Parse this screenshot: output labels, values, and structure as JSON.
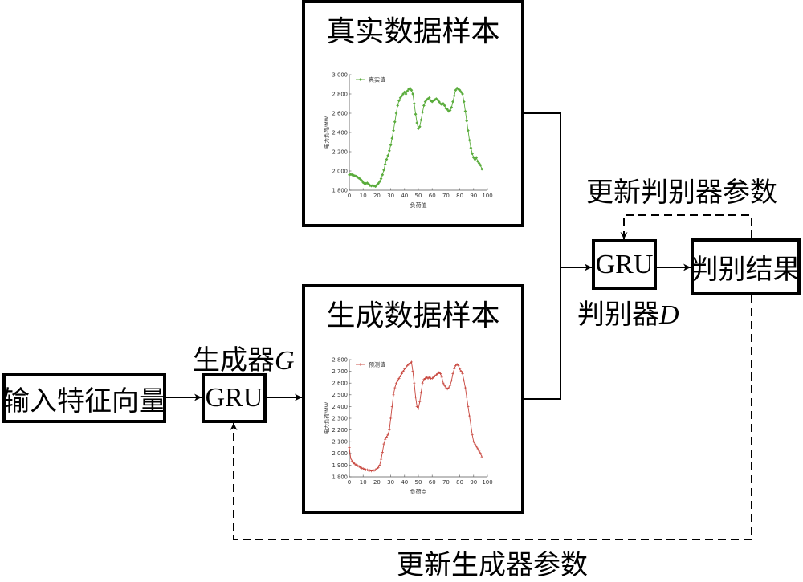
{
  "diagram": {
    "input_box": "输入特征向量",
    "generator": {
      "block": "GRU",
      "label_prefix": "生成器",
      "label_symbol": "G"
    },
    "discriminator": {
      "block": "GRU",
      "label_prefix": "判别器",
      "label_symbol": "D"
    },
    "result_box": "判别结果",
    "update_discriminator": "更新判别器参数",
    "update_generator": "更新生成器参数",
    "real_panel": {
      "title": "真实数据样本"
    },
    "gen_panel": {
      "title": "生成数据样本"
    }
  },
  "chart_data": [
    {
      "type": "line",
      "ylabel": "电力负荷/MW",
      "xlabel": "负荷值",
      "xlim": [
        0,
        100
      ],
      "ylim": [
        1800,
        3000
      ],
      "xticks": [
        "0",
        "10",
        "20",
        "30",
        "40",
        "50",
        "60",
        "70",
        "80",
        "90",
        "100"
      ],
      "yticks": [
        "1 800",
        "2 000",
        "2 200",
        "2 400",
        "2 600",
        "2 800",
        "3 000"
      ],
      "grid": false,
      "legend_position": "top-left",
      "series": [
        {
          "name": "真实值",
          "color": "#5aac3c",
          "marker": "diamond",
          "x": [
            0,
            1,
            2,
            3,
            4,
            5,
            6,
            7,
            8,
            9,
            10,
            11,
            12,
            13,
            14,
            15,
            16,
            17,
            18,
            19,
            20,
            21,
            22,
            23,
            24,
            25,
            26,
            27,
            28,
            29,
            30,
            31,
            32,
            33,
            34,
            35,
            36,
            37,
            38,
            39,
            40,
            41,
            42,
            43,
            44,
            45,
            46,
            47,
            48,
            49,
            50,
            51,
            52,
            53,
            54,
            55,
            56,
            57,
            58,
            59,
            60,
            61,
            62,
            63,
            64,
            65,
            66,
            67,
            68,
            69,
            70,
            71,
            72,
            73,
            74,
            75,
            76,
            77,
            78,
            79,
            80,
            81,
            82,
            83,
            84,
            85,
            86,
            87,
            88,
            89,
            90,
            91,
            92,
            93,
            94,
            95,
            96
          ],
          "values": [
            1960,
            1965,
            1960,
            1955,
            1950,
            1945,
            1935,
            1925,
            1915,
            1900,
            1880,
            1870,
            1870,
            1875,
            1865,
            1850,
            1845,
            1850,
            1845,
            1840,
            1855,
            1870,
            1890,
            1920,
            1960,
            2010,
            2070,
            2120,
            2160,
            2210,
            2270,
            2340,
            2420,
            2510,
            2600,
            2680,
            2730,
            2760,
            2780,
            2800,
            2820,
            2800,
            2830,
            2850,
            2860,
            2840,
            2800,
            2700,
            2590,
            2500,
            2440,
            2460,
            2530,
            2610,
            2680,
            2720,
            2740,
            2750,
            2760,
            2730,
            2720,
            2730,
            2740,
            2750,
            2740,
            2720,
            2700,
            2690,
            2700,
            2680,
            2650,
            2640,
            2620,
            2630,
            2660,
            2720,
            2780,
            2840,
            2860,
            2850,
            2840,
            2820,
            2800,
            2720,
            2620,
            2520,
            2420,
            2320,
            2240,
            2180,
            2140,
            2120,
            2140,
            2100,
            2080,
            2060,
            2020
          ]
        }
      ]
    },
    {
      "type": "line",
      "ylabel": "电力负荷/MW",
      "xlabel": "负荷点",
      "xlim": [
        0,
        100
      ],
      "ylim": [
        1800,
        2800
      ],
      "xticks": [
        "0",
        "10",
        "20",
        "30",
        "40",
        "50",
        "60",
        "70",
        "80",
        "90",
        "100"
      ],
      "yticks": [
        "1 800",
        "1 900",
        "2 000",
        "2 100",
        "2 200",
        "2 300",
        "2 400",
        "2 500",
        "2 600",
        "2 700",
        "2 800"
      ],
      "grid": false,
      "legend_position": "top-left",
      "series": [
        {
          "name": "预测值",
          "color": "#c8463e",
          "marker": "plus",
          "x": [
            0,
            1,
            2,
            3,
            4,
            5,
            6,
            7,
            8,
            9,
            10,
            11,
            12,
            13,
            14,
            15,
            16,
            17,
            18,
            19,
            20,
            21,
            22,
            23,
            24,
            25,
            26,
            27,
            28,
            29,
            30,
            31,
            32,
            33,
            34,
            35,
            36,
            37,
            38,
            39,
            40,
            41,
            42,
            43,
            44,
            45,
            46,
            47,
            48,
            49,
            50,
            51,
            52,
            53,
            54,
            55,
            56,
            57,
            58,
            59,
            60,
            61,
            62,
            63,
            64,
            65,
            66,
            67,
            68,
            69,
            70,
            71,
            72,
            73,
            74,
            75,
            76,
            77,
            78,
            79,
            80,
            81,
            82,
            83,
            84,
            85,
            86,
            87,
            88,
            89,
            90,
            91,
            92,
            93,
            94,
            95,
            96
          ],
          "values": [
            2050,
            1960,
            1935,
            1920,
            1910,
            1900,
            1895,
            1890,
            1880,
            1875,
            1870,
            1865,
            1860,
            1860,
            1855,
            1855,
            1850,
            1855,
            1855,
            1860,
            1870,
            1880,
            1900,
            1950,
            2010,
            2080,
            2120,
            2140,
            2160,
            2200,
            2300,
            2400,
            2500,
            2560,
            2600,
            2620,
            2640,
            2660,
            2680,
            2700,
            2720,
            2730,
            2750,
            2760,
            2770,
            2780,
            2700,
            2600,
            2480,
            2400,
            2380,
            2440,
            2520,
            2600,
            2630,
            2640,
            2650,
            2640,
            2650,
            2640,
            2640,
            2650,
            2660,
            2670,
            2680,
            2690,
            2680,
            2650,
            2600,
            2580,
            2560,
            2550,
            2560,
            2580,
            2620,
            2680,
            2720,
            2750,
            2760,
            2750,
            2720,
            2700,
            2680,
            2620,
            2560,
            2480,
            2400,
            2320,
            2240,
            2160,
            2100,
            2080,
            2060,
            2040,
            2020,
            2000,
            1970
          ]
        }
      ]
    }
  ]
}
